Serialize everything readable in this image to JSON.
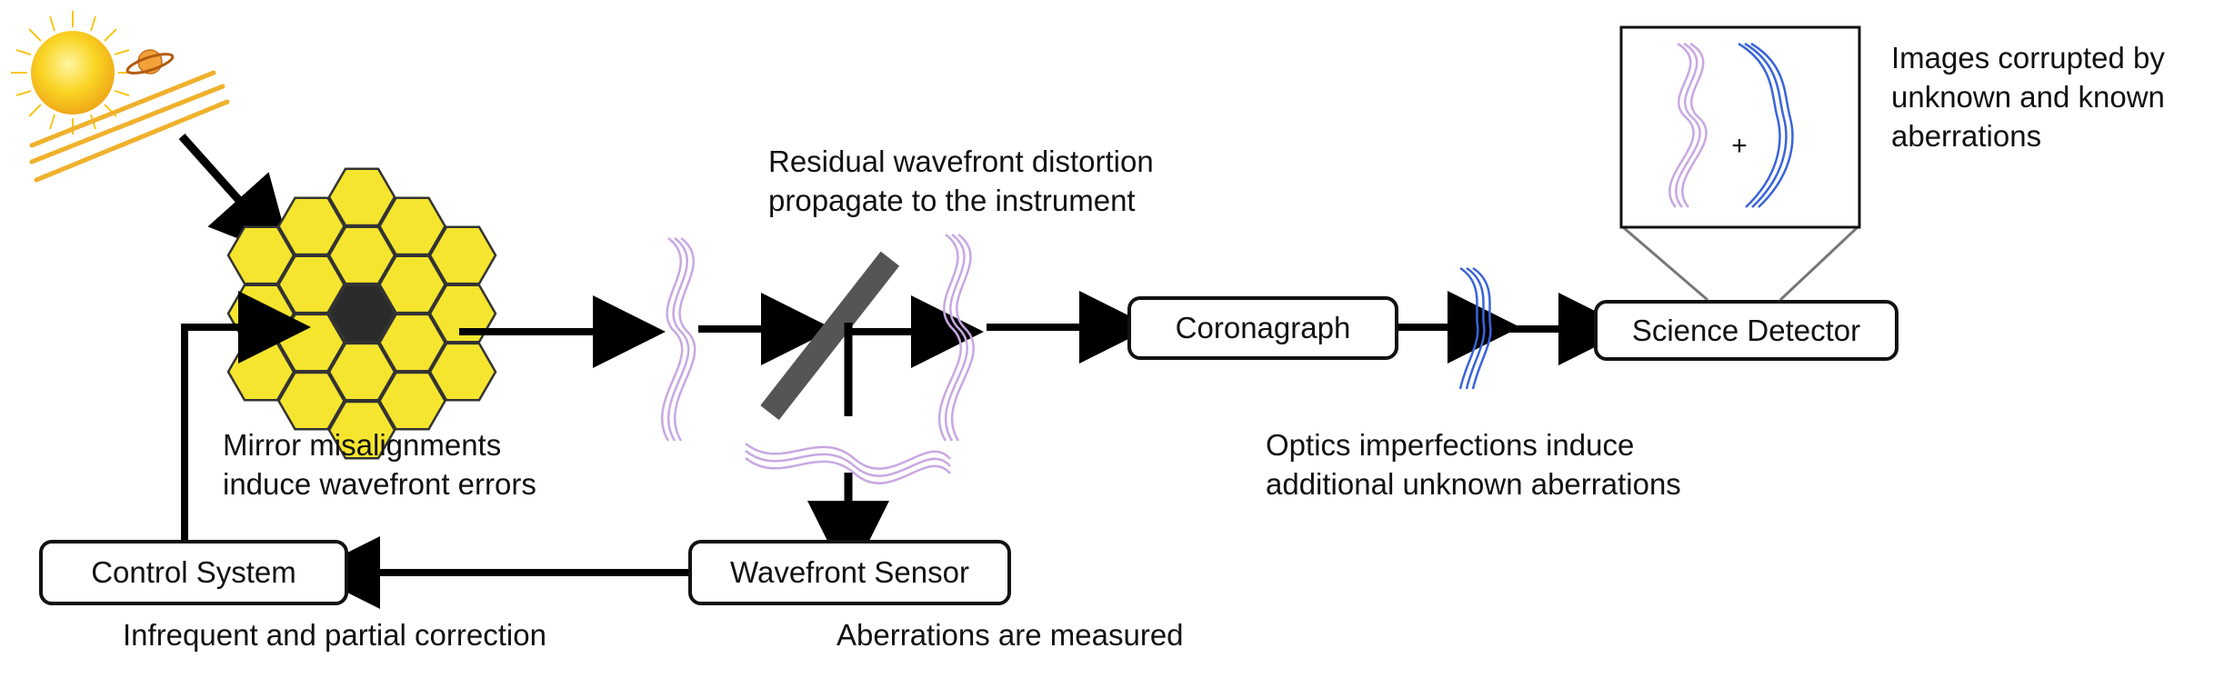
{
  "boxes": {
    "coronagraph": "Coronagraph",
    "science_detector": "Science Detector",
    "control_system": "Control System",
    "wavefront_sensor": "Wavefront Sensor"
  },
  "annotations": {
    "residual": [
      "Residual wavefront distortion",
      "propagate to the instrument"
    ],
    "mirror": [
      "Mirror misalignments",
      "induce wavefront errors"
    ],
    "optics": [
      "Optics imperfections induce",
      "additional unknown aberrations"
    ],
    "images": [
      "Images corrupted by",
      "unknown and known",
      "aberrations"
    ],
    "correction": "Infrequent and partial correction",
    "measured": "Aberrations are measured",
    "plus": "+"
  },
  "icons": {
    "sun": "sun-icon",
    "planet": "saturn-icon",
    "mirror": "segmented-mirror-icon",
    "beamsplitter": "beamsplitter-icon",
    "wavefront": "wavefront-icon"
  },
  "colors": {
    "sun": "#f7c61a",
    "light_rays": "#f0b12c",
    "mirror_segment": "#f5e52e",
    "mirror_center": "#2b2b2b",
    "wavefront_purple": "#c8a8e2",
    "wavefront_blue": "#3a64d8",
    "arrows": "#000000",
    "beamsplitter": "#555555"
  }
}
